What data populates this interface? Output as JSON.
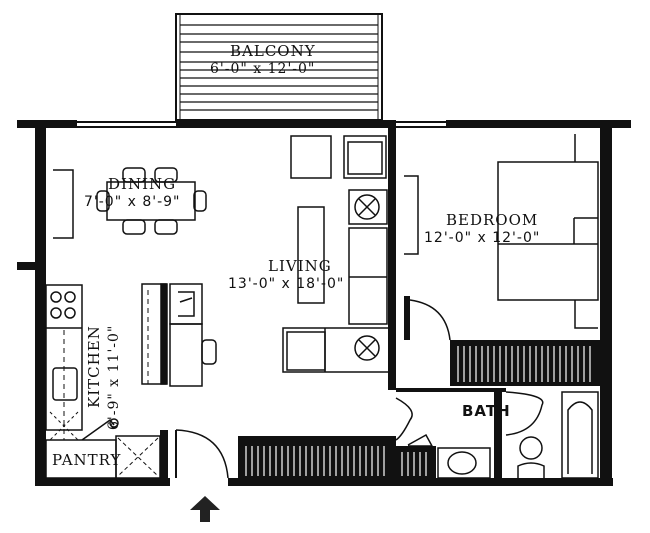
{
  "plan": {
    "rooms": [
      {
        "name": "BALCONY",
        "dimensions": "6'-0\" x 12'-0\""
      },
      {
        "name": "DINING",
        "dimensions": "7'-0\" x 8'-9\""
      },
      {
        "name": "LIVING",
        "dimensions": "13'-0\" x 18'-0\""
      },
      {
        "name": "BEDROOM",
        "dimensions": "12'-0\" x 12'-0\""
      },
      {
        "name": "KITCHEN",
        "dimensions": "6'-9\" x 11'-0\""
      },
      {
        "name": "BATH",
        "dimensions": ""
      },
      {
        "name": "PANTRY",
        "dimensions": ""
      }
    ],
    "entry_marker": "entry-arrow",
    "colors": {
      "ink": "#111111",
      "paper": "#ffffff"
    }
  }
}
